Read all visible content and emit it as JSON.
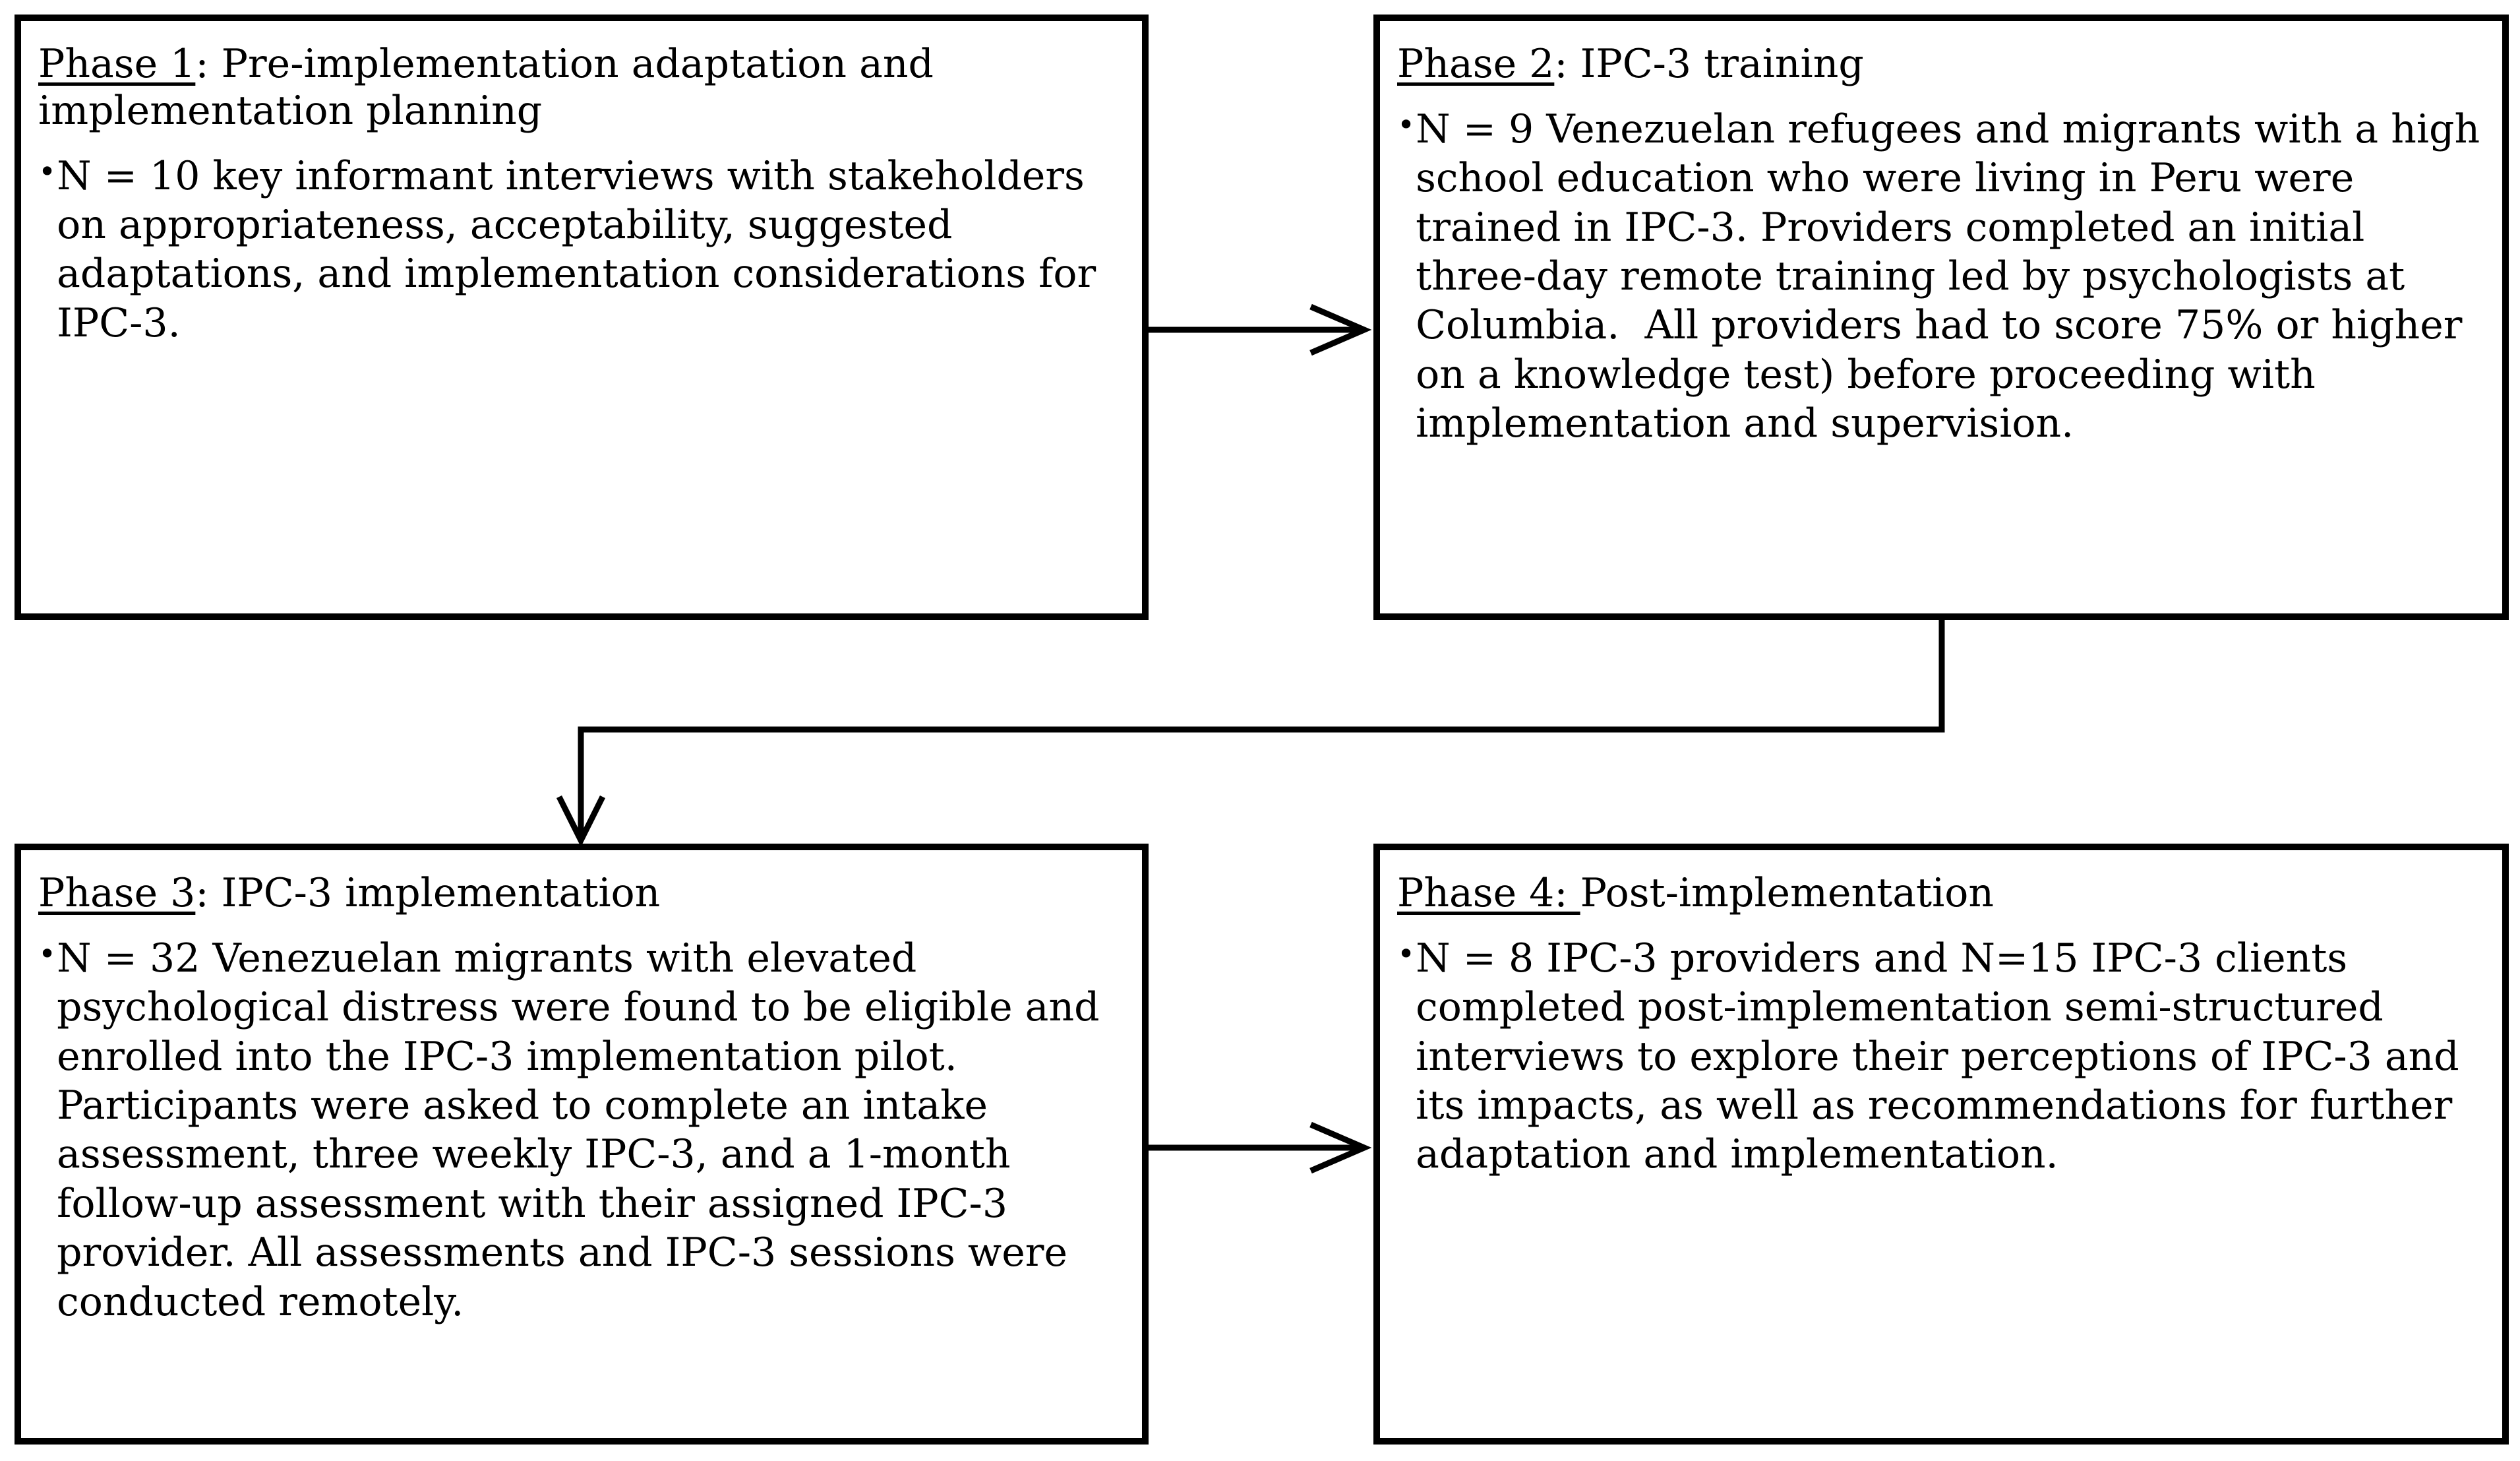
{
  "diagram": {
    "title": "Study phases flow diagram",
    "line_color": "#000000",
    "box_border_color": "#000000",
    "background_color": "#ffffff",
    "text_color": "#000000",
    "bullet_glyph": "•"
  },
  "phases": [
    {
      "id": "phase-1",
      "label": "Phase 1",
      "heading_rest": ": Pre-implementation adaptation and implementation planning",
      "body": "N = 10 key informant interviews with stakeholders on appropriateness, acceptability, suggested adaptations, and implementation considerations for IPC-3."
    },
    {
      "id": "phase-2",
      "label": "Phase 2",
      "heading_rest": ": IPC-3 training",
      "body": "N = 9 Venezuelan refugees and migrants with a high school education who were living in Peru were trained in IPC-3. Providers completed an initial three-day remote training led by psychologists at Columbia.  All providers had to score 75% or higher on a knowledge test) before proceeding with implementation and supervision."
    },
    {
      "id": "phase-3",
      "label": "Phase 3",
      "heading_rest": ": IPC-3 implementation",
      "body": "N = 32 Venezuelan migrants with elevated psychological distress were found to be eligible and enrolled into the IPC-3 implementation pilot. Participants were asked to complete an intake assessment, three weekly IPC-3, and a 1-month follow-up assessment with their assigned IPC-3 provider. All assessments and IPC-3 sessions were conducted remotely."
    },
    {
      "id": "phase-4",
      "label": "Phase 4: ",
      "heading_rest": "Post-implementation",
      "body": "N = 8 IPC-3 providers and N=15 IPC-3 clients completed post-implementation semi-structured interviews to explore their perceptions of IPC-3 and its impacts, as well as recommendations for further adaptation and implementation."
    }
  ],
  "connectors": [
    {
      "id": "connector-p1-p2",
      "from": "phase-1",
      "to": "phase-2",
      "shape": "horizontal-arrow",
      "direction": "right"
    },
    {
      "id": "connector-p2-p3",
      "from": "phase-2",
      "to": "phase-3",
      "shape": "elbow-arrow",
      "direction": "down-left-down"
    },
    {
      "id": "connector-p3-p4",
      "from": "phase-3",
      "to": "phase-4",
      "shape": "horizontal-arrow",
      "direction": "right"
    }
  ]
}
